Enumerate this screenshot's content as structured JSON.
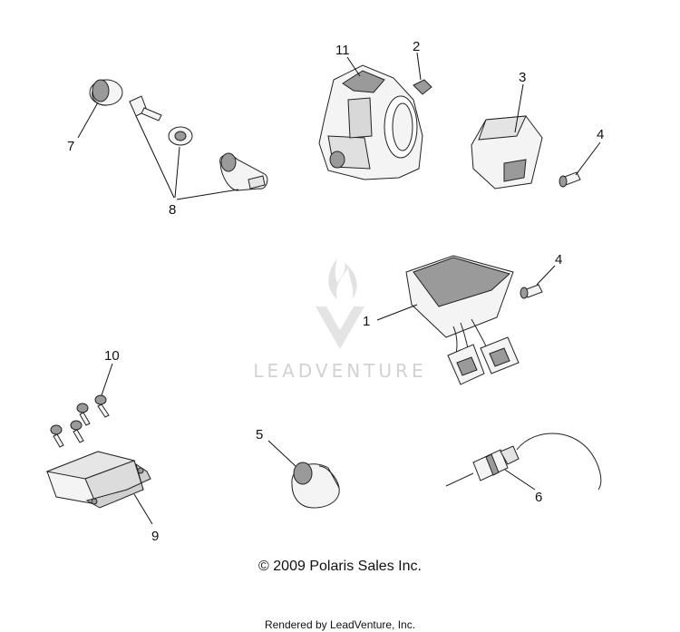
{
  "callouts": {
    "c1": "1",
    "c2": "2",
    "c3": "3",
    "c4a": "4",
    "c4b": "4",
    "c5": "5",
    "c6": "6",
    "c7": "7",
    "c8": "8",
    "c9": "9",
    "c10": "10",
    "c11": "11"
  },
  "watermark": {
    "text": "LEADVENTURE",
    "color": "#d2d2d2"
  },
  "copyright": "© 2009 Polaris Sales Inc.",
  "rendered_by": "Rendered by LeadVenture, Inc.",
  "colors": {
    "line": "#222222",
    "part_fill": "#f4f4f4",
    "shade": "#9a9a9a"
  }
}
